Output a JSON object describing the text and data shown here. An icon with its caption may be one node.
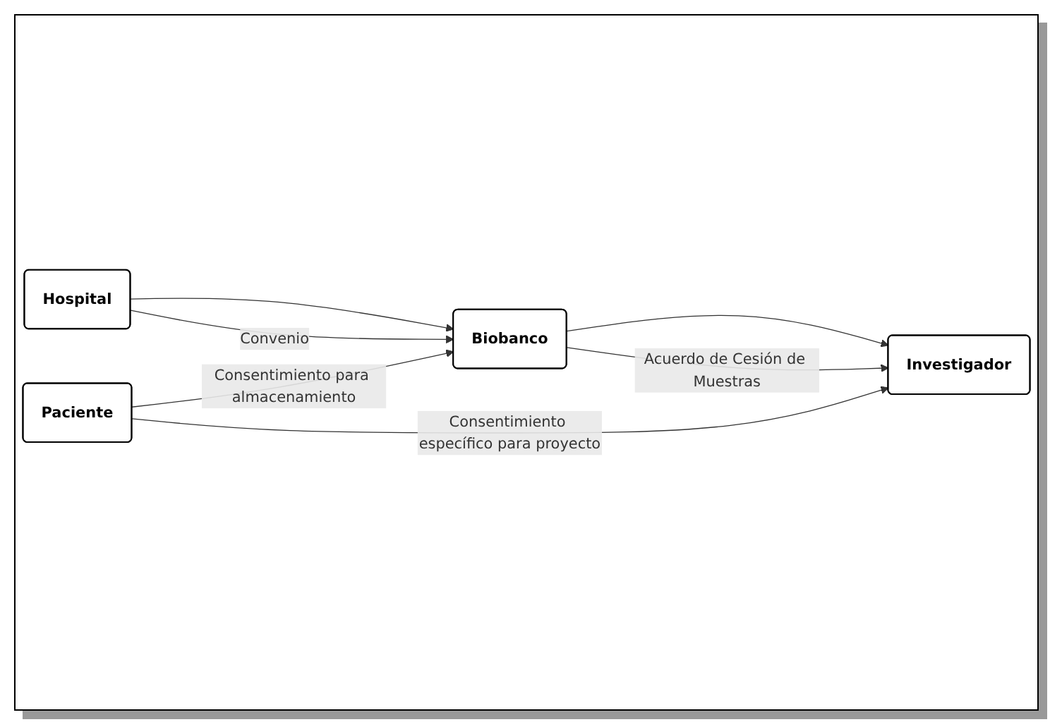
{
  "diagram": {
    "nodes": [
      {
        "text": [
          "Hospital"
        ]
      },
      {
        "text": [
          "Paciente"
        ]
      },
      {
        "text": [
          "Biobanco"
        ]
      },
      {
        "text": [
          "Investigador"
        ]
      }
    ],
    "edges": [
      {
        "from": 0,
        "to": 2,
        "arrow": "to"
      },
      {
        "from": 2,
        "to": 3,
        "arrow": "to"
      },
      {
        "from": 0,
        "to": 2,
        "arrow": "to",
        "label": "Convenio"
      },
      {
        "from": 2,
        "to": 3,
        "arrow": "to",
        "label": "Acuerdo de Cesión de Muestras"
      },
      {
        "from": 1,
        "to": 2,
        "arrow": "to",
        "label": "Consentimiento para almacenamiento"
      },
      {
        "from": 1,
        "to": 3,
        "arrow": "to",
        "label": "Consentimiento específico para proyecto"
      }
    ]
  }
}
